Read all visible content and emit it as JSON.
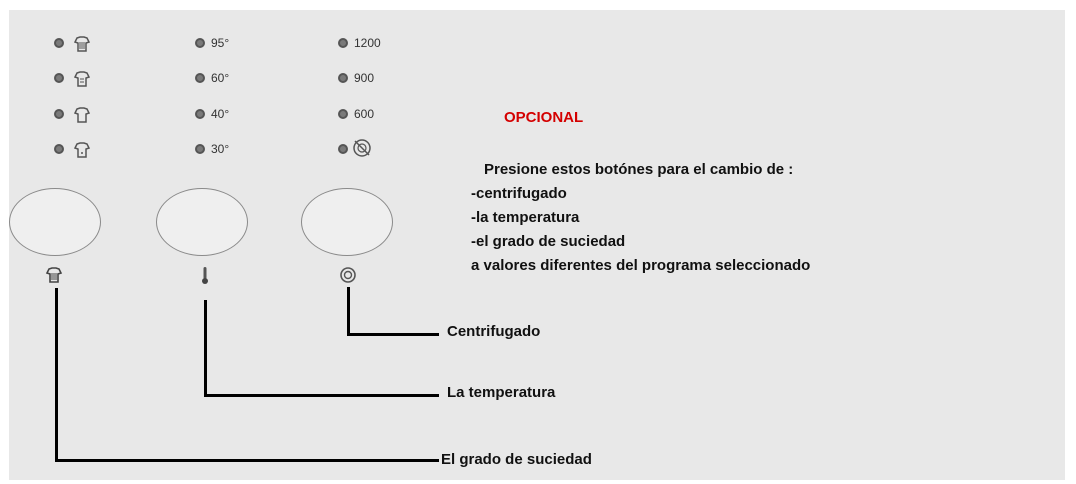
{
  "soil_icons": [
    "shirt-very-dirty-icon",
    "shirt-dirty-icon",
    "shirt-normal-icon",
    "shirt-light-icon"
  ],
  "temperatures": [
    "95°",
    "60°",
    "40°",
    "30°"
  ],
  "spin_speeds": [
    "1200",
    "900",
    "600"
  ],
  "spin_last_icon": "spin-off-icon",
  "knob_icons": [
    "shirt-icon",
    "thermometer-icon",
    "spin-icon"
  ],
  "optional_label": "OPCIONAL",
  "note": {
    "line1": "Presione estos botónes  para el cambio de :",
    "line2": "-centrifugado",
    "line3": "-la temperatura",
    "line4": "-el grado de suciedad",
    "line5": "a valores diferentes del programa seleccionado"
  },
  "callouts": {
    "spin": "Centrifugado",
    "temperature": "La temperatura",
    "soil": "El grado de suciedad"
  },
  "colors": {
    "panel": "#e8e8e8",
    "optional": "#d40000",
    "led": "#7a7a7a"
  }
}
